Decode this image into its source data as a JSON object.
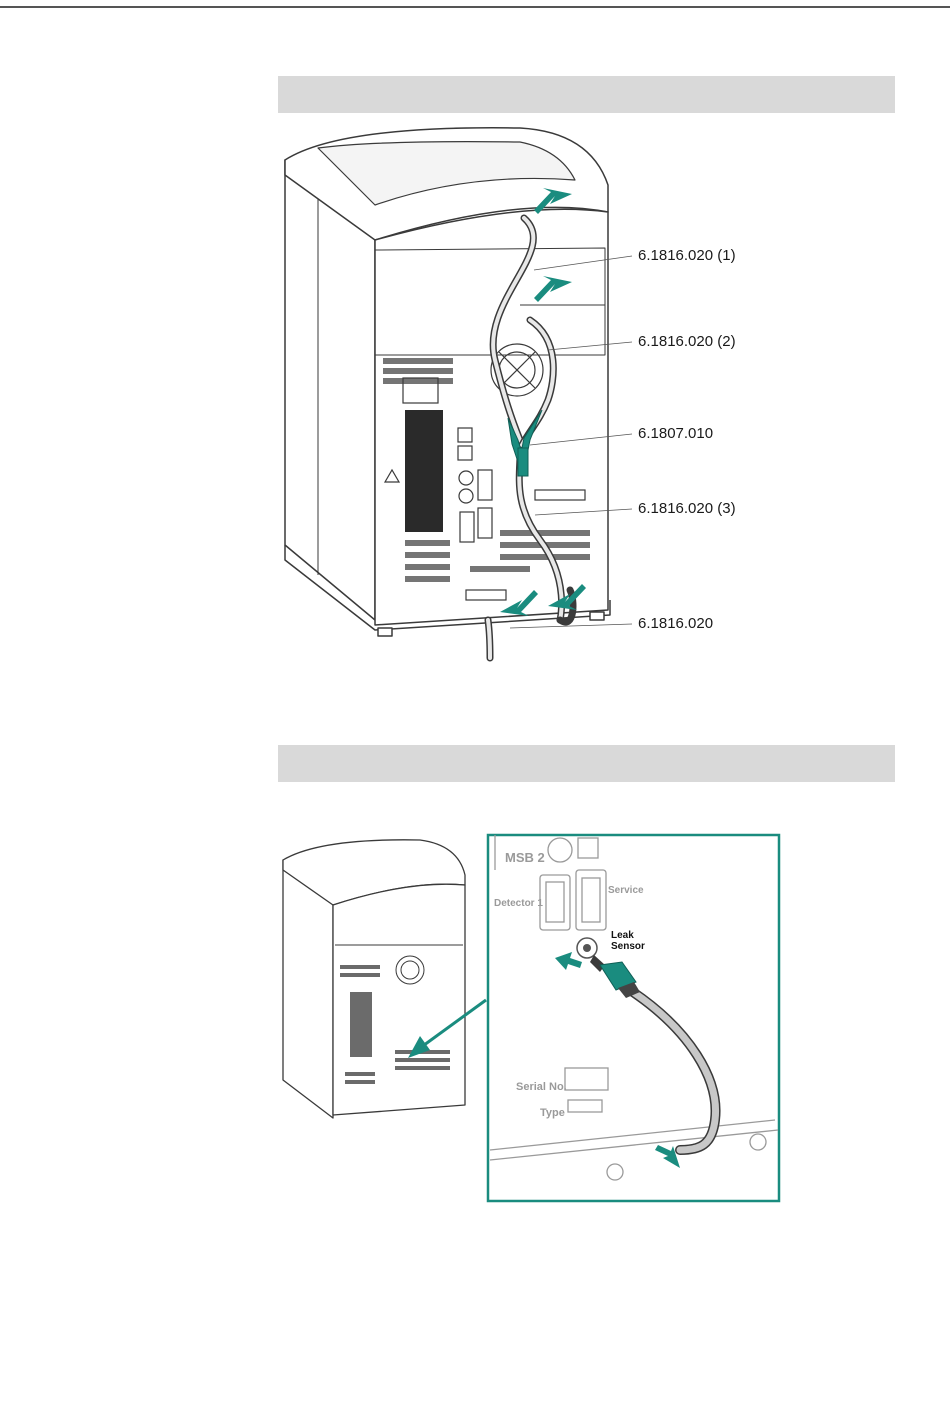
{
  "figure1": {
    "callouts": [
      "6.1816.020 (1)",
      "6.1816.020 (2)",
      "6.1807.010",
      "6.1816.020 (3)",
      "6.1816.020"
    ]
  },
  "figure2": {
    "detail_labels": {
      "msb2": "MSB 2",
      "detector1": "Detector 1",
      "service": "Service",
      "leak_sensor_line1": "Leak",
      "leak_sensor_line2": "Sensor",
      "serial_no": "Serial No.",
      "type": "Type"
    }
  },
  "colors": {
    "accent": "#1a8c7f",
    "header_bar": "#d9d9d9",
    "line_art": "#3a3a3a"
  }
}
